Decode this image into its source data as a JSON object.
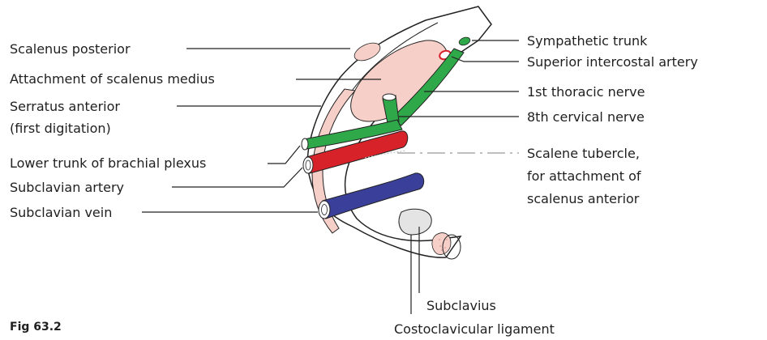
{
  "labels": {
    "scalenus_posterior": "Scalenus posterior",
    "attachment_scalenus_medius": "Attachment of scalenus medius",
    "serratus_anterior": "Serratus anterior",
    "serratus_anterior_sub": "(first digitation)",
    "lower_trunk": "Lower trunk of brachial plexus",
    "subclavian_artery": "Subclavian artery",
    "subclavian_vein": "Subclavian vein",
    "sympathetic_trunk": "Sympathetic trunk",
    "superior_intercostal_artery": "Superior intercostal artery",
    "first_thoracic_nerve": "1st thoracic nerve",
    "eighth_cervical_nerve": "8th cervical nerve",
    "scalene_tubercle_1": "Scalene tubercle,",
    "scalene_tubercle_2": "for attachment of",
    "scalene_tubercle_3": "scalenus anterior",
    "subclavius": "Subclavius",
    "costoclavicular_ligament": "Costoclavicular ligament"
  },
  "figure": {
    "caption": "Fig 63.2"
  },
  "colors": {
    "muscle_pink": "#f6cfc8",
    "nerve_green": "#2fa84a",
    "artery_red": "#d8222a",
    "vein_blue": "#3a3f9a",
    "ligament_grey": "#e4e4e4",
    "outline": "#222222"
  }
}
